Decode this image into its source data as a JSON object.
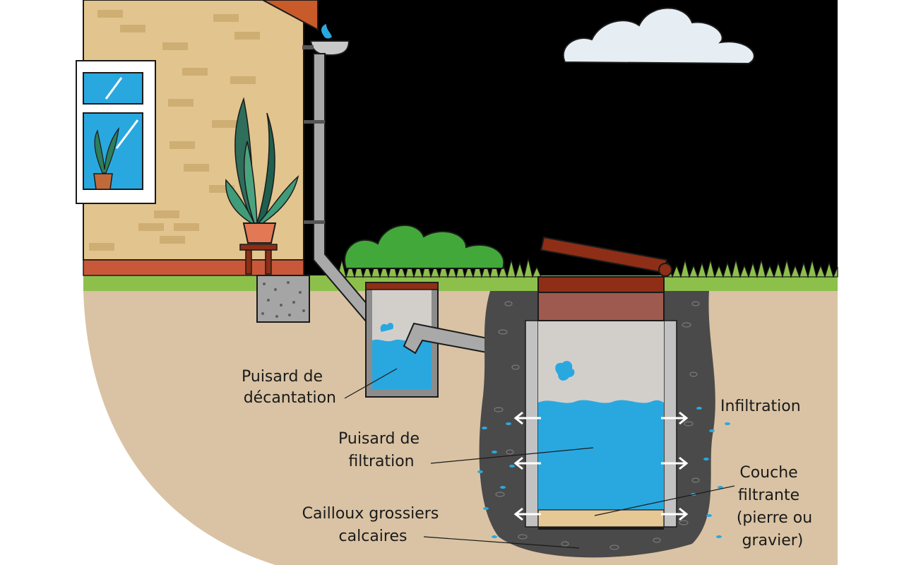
{
  "diagram": {
    "labels": {
      "puisard_decantation": [
        "Puisard de",
        "décantation"
      ],
      "puisard_filtration": [
        "Puisard de",
        "filtration"
      ],
      "cailloux": [
        "Cailloux grossiers",
        "calcaires"
      ],
      "infiltration": "Infiltration",
      "couche_filtrante": [
        "Couche",
        "filtrante",
        "(pierre ou",
        "gravier)"
      ]
    },
    "colors": {
      "sky": "#000000",
      "soil": "#d9c3a4",
      "grass": "#8cc04b",
      "house_wall": "#e2c48e",
      "brick_band": "#c9583b",
      "gravel": "#4a4a4a",
      "water": "#29a8e0",
      "tank_empty": "#d2cfcb",
      "lid": "#8e2e16",
      "pipe": "#a9a9a9",
      "filter_layer": "#e5c894",
      "bush": "#43a83a",
      "cloud": "#e6eef3"
    }
  }
}
